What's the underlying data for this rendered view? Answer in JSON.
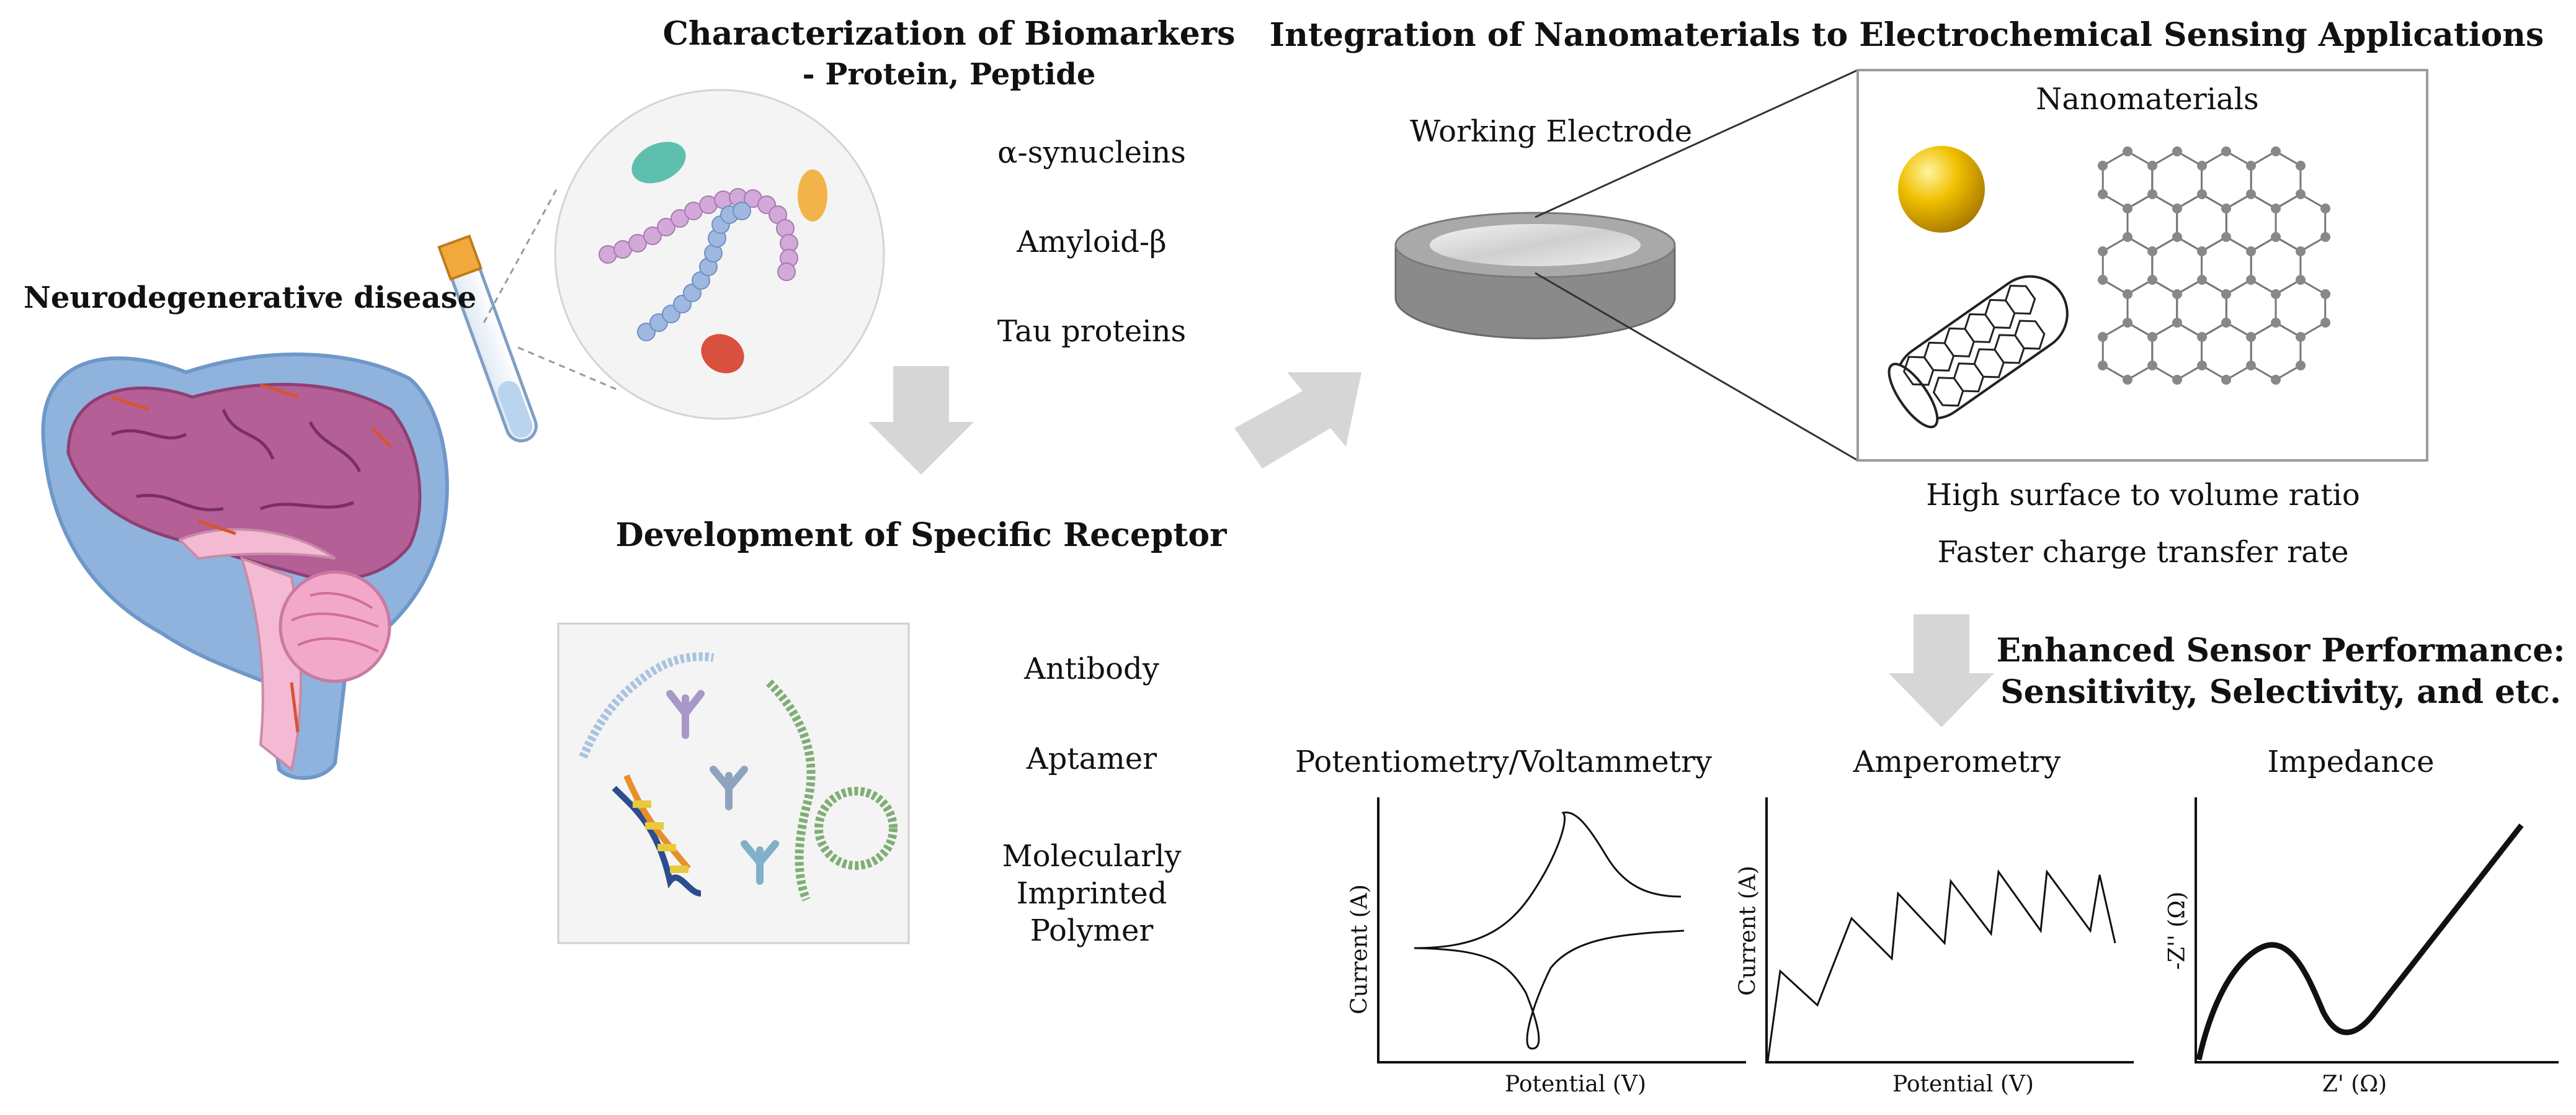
{
  "left": {
    "disease_label": "Neurodegenerative disease"
  },
  "biomarkers": {
    "title_line1": "Characterization of Biomarkers",
    "title_line2": "- Protein, Peptide",
    "items": [
      "α-synucleins",
      "Amyloid-β",
      "Tau proteins"
    ]
  },
  "receptor": {
    "title": "Development of Specific Receptor",
    "items": [
      "Antibody",
      "Aptamer",
      "Molecularly",
      "Imprinted",
      "Polymer"
    ]
  },
  "integration": {
    "title": "Integration of Nanomaterials to Electrochemical Sensing Applications",
    "electrode_label": "Working Electrode",
    "nanomaterials_label": "Nanomaterials",
    "benefits": [
      "High surface to volume ratio",
      "Faster charge transfer rate"
    ]
  },
  "performance": {
    "title_line1": "Enhanced Sensor Performance:",
    "title_line2": "Sensitivity, Selectivity, and etc."
  },
  "techniques": [
    {
      "title": "Potentiometry/Voltammetry",
      "xlabel": "Potential (V)",
      "ylabel": "Current (A)"
    },
    {
      "title": "Amperometry",
      "xlabel": "Potential (V)",
      "ylabel": "Current (A)"
    },
    {
      "title": "Impedance",
      "xlabel": "Z' (Ω)",
      "ylabel": "-Z'' (Ω)"
    }
  ],
  "colors": {
    "arrow": "#d6d6d6",
    "brain": "#b45f96",
    "csf": "#8fb3dc",
    "gold": "#e0b000",
    "line": "#111111"
  }
}
